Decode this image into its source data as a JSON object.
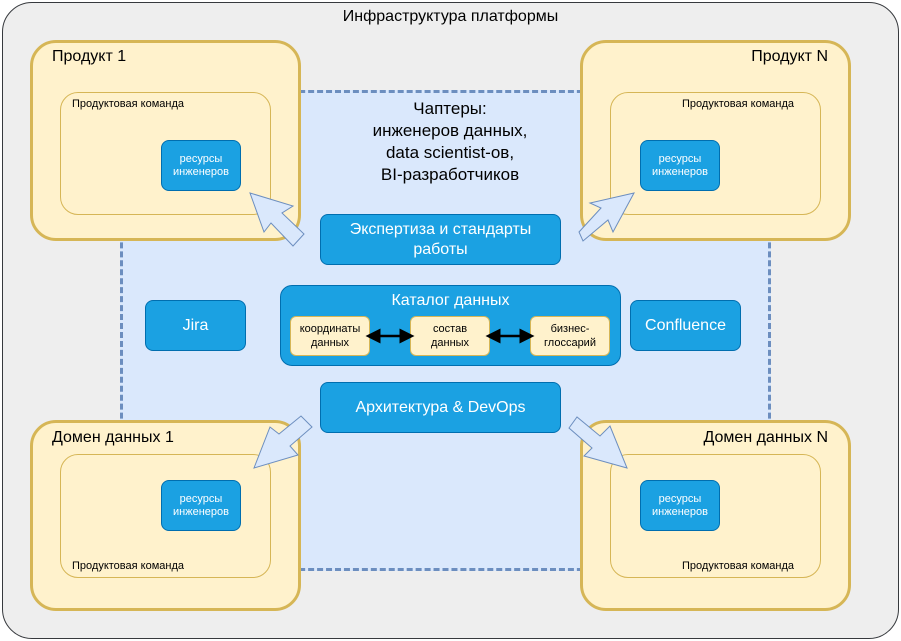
{
  "diagram": {
    "title": "Инфраструктура платформы",
    "chapters": {
      "lines": [
        "Чаптеры:",
        "инженеров данных,",
        "data scientist-ов,",
        "BI-разработчиков"
      ]
    },
    "expertise": {
      "label_line1": "Экспертиза и стандарты",
      "label_line2": "работы"
    },
    "catalog": {
      "title": "Каталог данных",
      "items": [
        {
          "line1": "координаты",
          "line2": "данных"
        },
        {
          "line1": "состав",
          "line2": "данных"
        },
        {
          "line1": "бизнес-",
          "line2": "глоссарий"
        }
      ]
    },
    "jira": {
      "label": "Jira"
    },
    "confluence": {
      "label": "Confluence"
    },
    "architecture": {
      "label": "Архитектура & DevOps"
    },
    "units": [
      {
        "title": "Продукт 1",
        "team": "Продуктовая команда",
        "res_line1": "ресурсы",
        "res_line2": "инженеров"
      },
      {
        "title": "Продукт N",
        "team": "Продуктовая команда",
        "res_line1": "ресурсы",
        "res_line2": "инженеров"
      },
      {
        "title": "Домен данных 1",
        "team": "Продуктовая команда",
        "res_line1": "ресурсы",
        "res_line2": "инженеров"
      },
      {
        "title": "Домен данных N",
        "team": "Продуктовая команда",
        "res_line1": "ресурсы",
        "res_line2": "инженеров"
      }
    ],
    "colors": {
      "container_fill": "#eeeeee",
      "chapters_fill": "#dae8fc",
      "chapters_border": "#6c8ebf",
      "unit_fill": "#fff2cc",
      "unit_border": "#d6b656",
      "service_fill": "#1ba1e2",
      "service_border": "#006eaf"
    }
  }
}
